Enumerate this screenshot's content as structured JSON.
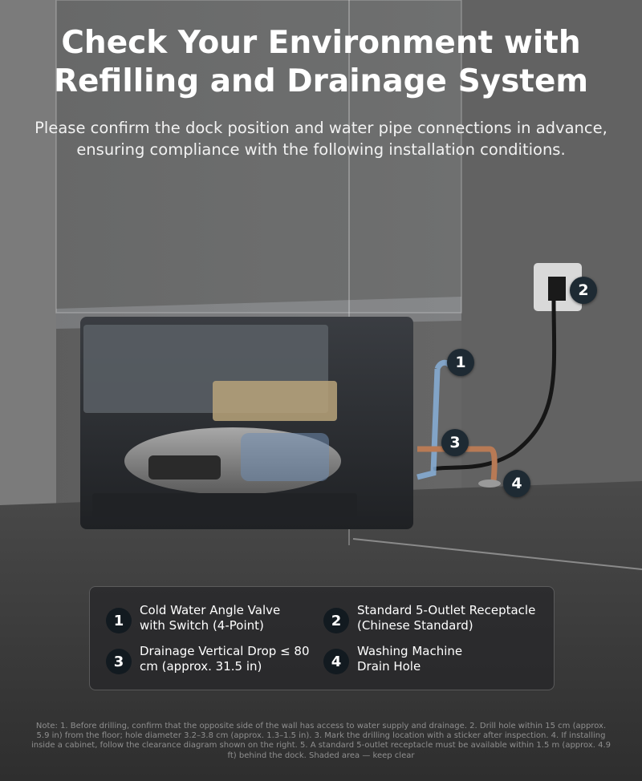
{
  "title": {
    "line1": "Check Your Environment with",
    "line2": "Refilling and Drainage System"
  },
  "subtitle": {
    "line1": "Please confirm the dock position and water pipe connections in advance,",
    "line2": "ensuring compliance with the following installation conditions."
  },
  "markers": [
    "1",
    "2",
    "3",
    "4"
  ],
  "legend": {
    "items": [
      {
        "num": "1",
        "line1": "Cold Water Angle Valve",
        "line2": "with Switch (4-Point)"
      },
      {
        "num": "2",
        "line1": "Standard 5-Outlet Receptacle",
        "line2": "(Chinese Standard)"
      },
      {
        "num": "3",
        "line1": "Drainage Vertical Drop ≤ 80",
        "line2": "cm (approx. 31.5 in)"
      },
      {
        "num": "4",
        "line1": "Washing Machine",
        "line2": "Drain Hole"
      }
    ]
  },
  "note": "Note: 1. Before drilling, confirm that the opposite side of the wall has access to water supply and drainage. 2. Drill hole within 15 cm (approx. 5.9 in) from the floor; hole diameter 3.2–3.8 cm (approx. 1.3–1.5 in). 3. Mark the drilling location with a sticker after inspection. 4. If installing inside a cabinet, follow the clearance diagram shown on the right. 5. A standard 5-outlet receptacle must be available within 1.5 m (approx. 4.9 ft) behind the dock. Shaded area — keep clear",
  "colors": {
    "marker_bg": "#1e2a33",
    "water_pipe": "#8ab4e0",
    "drain_pipe": "#b87a55",
    "cable": "#161616"
  },
  "icons": [
    "power-plug-icon",
    "water-pipe-icon",
    "drain-pipe-icon",
    "drain-hole-icon"
  ]
}
